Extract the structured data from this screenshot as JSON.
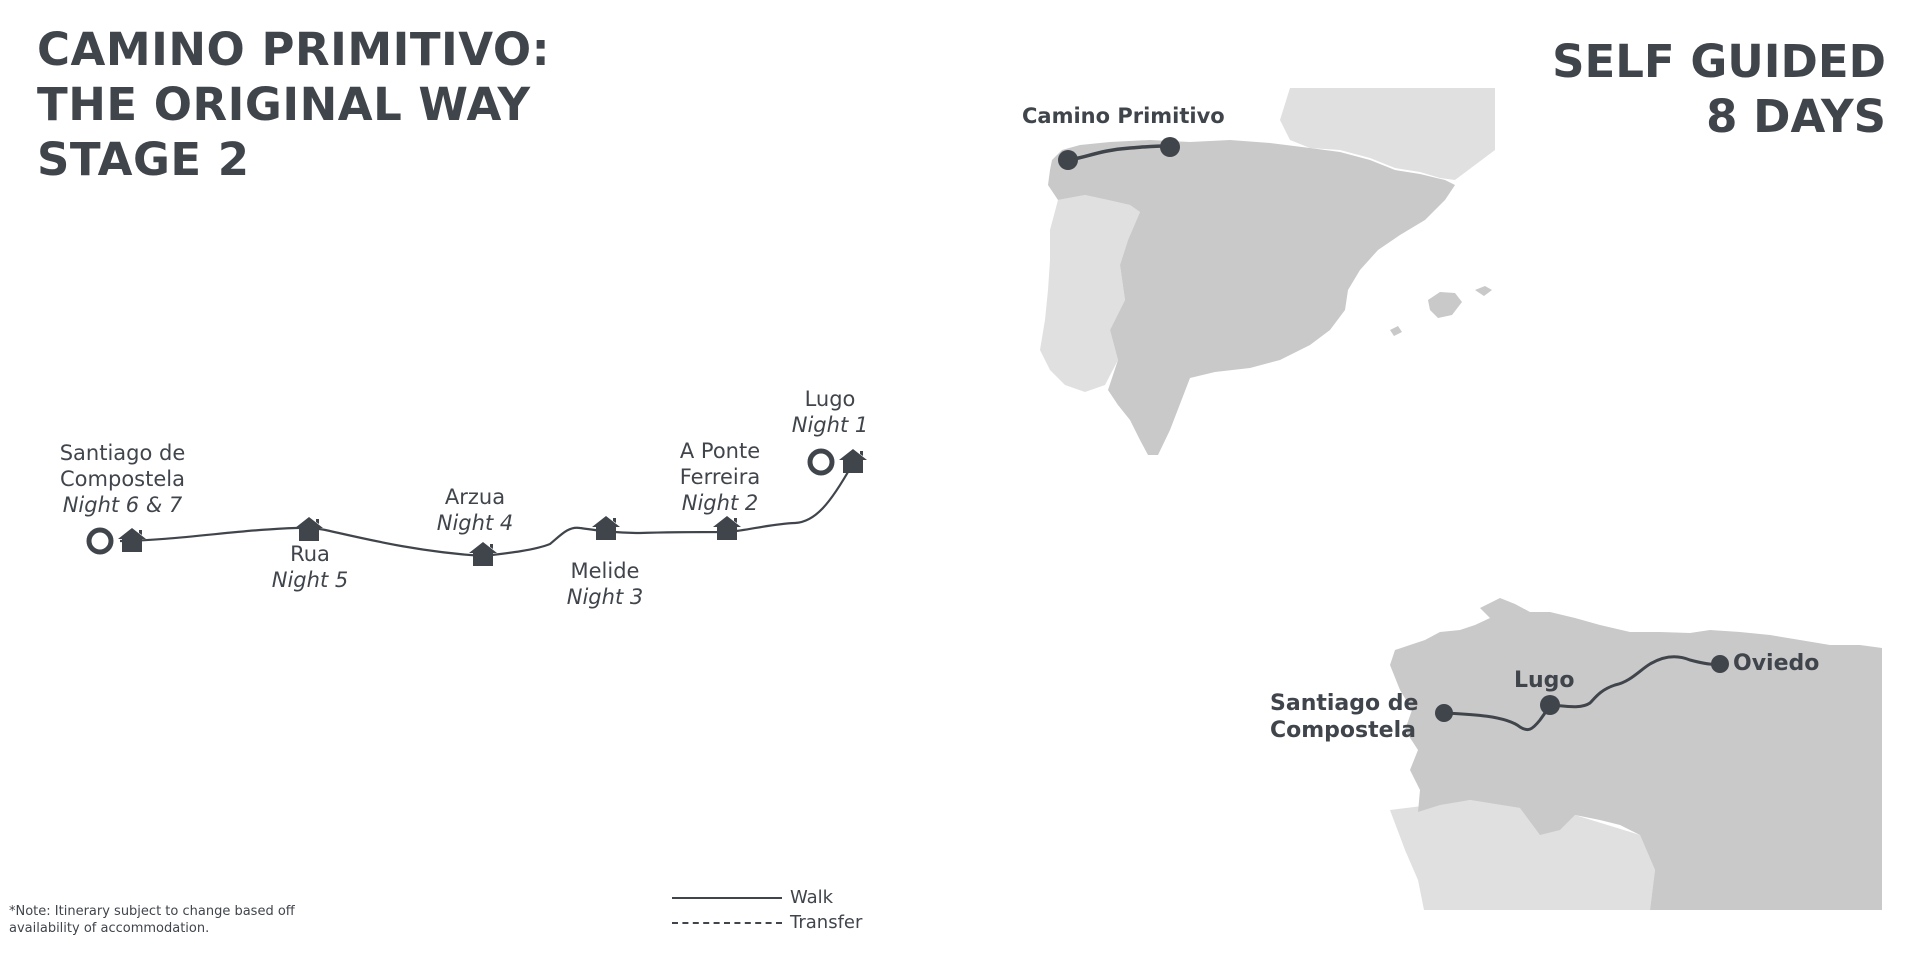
{
  "title_lines": [
    "CAMINO PRIMITIVO:",
    "THE ORIGINAL WAY",
    "STAGE 2"
  ],
  "tour": {
    "type": "SELF GUIDED",
    "duration": "8 DAYS"
  },
  "route_stops": [
    {
      "name": "Santiago de Compostela",
      "name_lines": [
        "Santiago de",
        "Compostela"
      ],
      "night": "Night 6 & 7",
      "endpoint": true
    },
    {
      "name": "Rua",
      "name_lines": [
        "Rua"
      ],
      "night": "Night 5",
      "endpoint": false
    },
    {
      "name": "Arzua",
      "name_lines": [
        "Arzua"
      ],
      "night": "Night 4",
      "endpoint": false
    },
    {
      "name": "Melide",
      "name_lines": [
        "Melide"
      ],
      "night": "Night 3",
      "endpoint": false
    },
    {
      "name": "A Ponte Ferreira",
      "name_lines": [
        "A Ponte",
        "Ferreira"
      ],
      "night": "Night 2",
      "endpoint": false
    },
    {
      "name": "Lugo",
      "name_lines": [
        "Lugo"
      ],
      "night": "Night 1",
      "endpoint": true
    }
  ],
  "overview_map": {
    "route_label": "Camino Primitivo"
  },
  "detail_map": {
    "places": [
      {
        "name": "Santiago de Compostela",
        "name_lines": [
          "Santiago de",
          "Compostela"
        ]
      },
      {
        "name": "Lugo"
      },
      {
        "name": "Oviedo"
      }
    ]
  },
  "legend": {
    "walk": "Walk",
    "transfer": "Transfer"
  },
  "note": "*Note: Itinerary  subject to change based off availability of accommodation.",
  "colors": {
    "text": "#40454c",
    "route": "#40454c",
    "land_dark": "#c9c9c9",
    "land_light": "#e0e0e0"
  },
  "icons": [
    "house-icon",
    "start-end-ring-icon",
    "waypoint-dot-icon"
  ]
}
